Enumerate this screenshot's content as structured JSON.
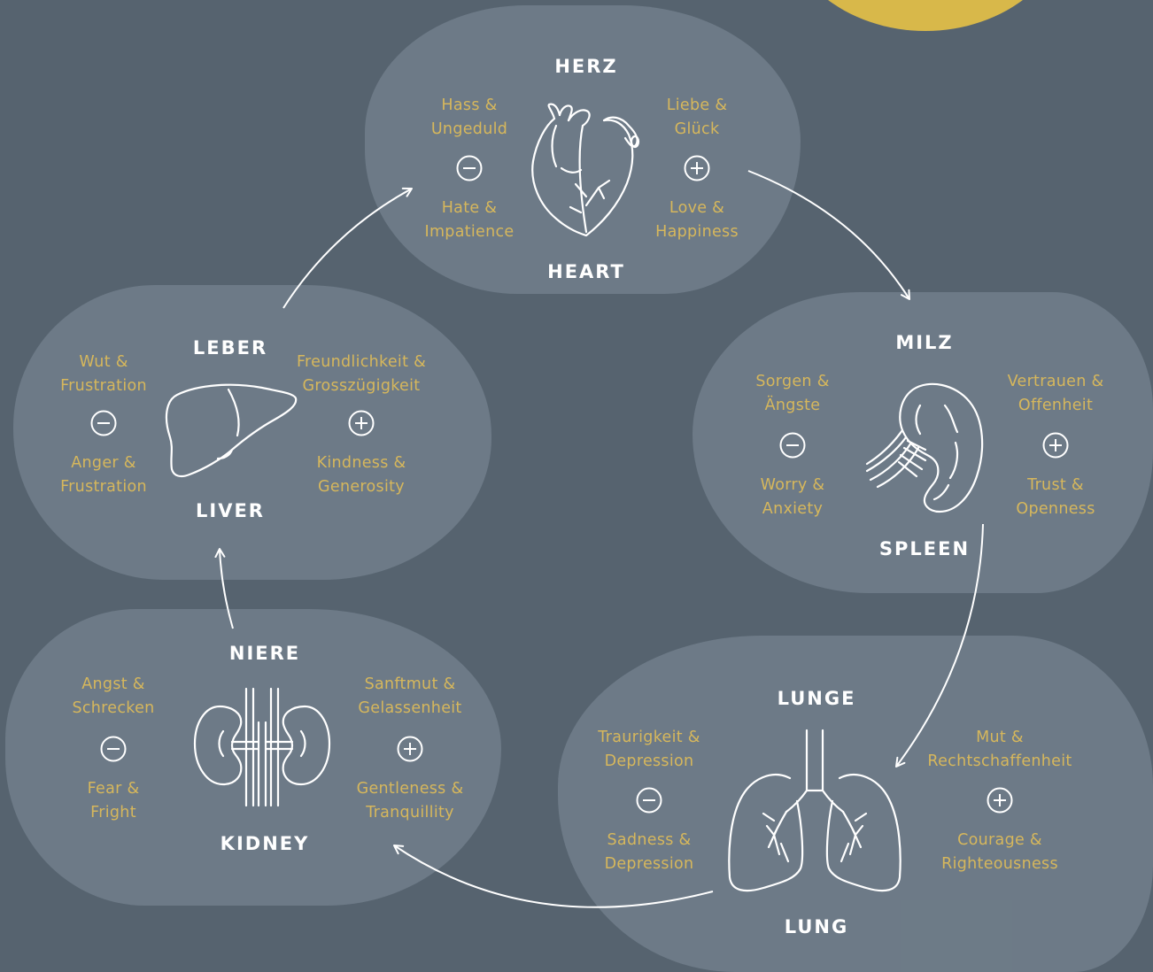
{
  "colors": {
    "background": "#56636f",
    "emotion_text": "#d6b75c",
    "title_text": "#ffffff",
    "sun": "#d8b84a"
  },
  "organs": {
    "heart": {
      "title_de": "HERZ",
      "title_en": "HEART",
      "icon": "heart-icon",
      "negative_de": "Hass &\nUngeduld",
      "negative_en": "Hate &\nImpatience",
      "positive_de": "Liebe &\nGlück",
      "positive_en": "Love &\nHappiness"
    },
    "spleen": {
      "title_de": "MILZ",
      "title_en": "SPLEEN",
      "icon": "spleen-icon",
      "negative_de": "Sorgen &\nÄngste",
      "negative_en": "Worry &\nAnxiety",
      "positive_de": "Vertrauen &\nOffenheit",
      "positive_en": "Trust &\nOpenness"
    },
    "lung": {
      "title_de": "LUNGE",
      "title_en": "LUNG",
      "icon": "lung-icon",
      "negative_de": "Traurigkeit &\nDepression",
      "negative_en": "Sadness &\nDepression",
      "positive_de": "Mut &\nRechtschaffenheit",
      "positive_en": "Courage &\nRighteousness"
    },
    "kidney": {
      "title_de": "NIERE",
      "title_en": "KIDNEY",
      "icon": "kidney-icon",
      "negative_de": "Angst &\nSchrecken",
      "negative_en": "Fear &\nFright",
      "positive_de": "Sanftmut &\nGelassenheit",
      "positive_en": "Gentleness &\nTranquillity"
    },
    "liver": {
      "title_de": "LEBER",
      "title_en": "LIVER",
      "icon": "liver-icon",
      "negative_de": "Wut &\nFrustration",
      "negative_en": "Anger &\nFrustration",
      "positive_de": "Freundlichkeit &\nGrosszügigkeit",
      "positive_en": "Kindness &\nGenerosity"
    }
  }
}
